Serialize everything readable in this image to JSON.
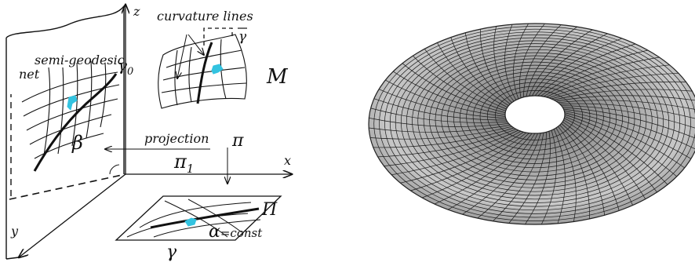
{
  "left_diagram": {
    "axis_labels": {
      "z": "z",
      "x": "x",
      "y": "y"
    },
    "labels": {
      "curvature_lines": "curvature lines",
      "gamma_bar": "γ",
      "semi_geodesic_line1": "semi-geodesic",
      "semi_geodesic_line2": "net",
      "gamma0_base": "γ",
      "gamma0_sub": "0",
      "surface_M": "M",
      "projection": "projection",
      "beta": "β",
      "pi1_base": "π",
      "pi1_sub": "1",
      "pi": "π",
      "plane_Pi": "Π",
      "alpha": "α",
      "alpha_eq": "=const",
      "gamma": "γ"
    },
    "colors": {
      "highlight": "#33c3e0",
      "ink": "#111111"
    }
  },
  "right_diagram": {
    "shape": "torus-like surface of revolution with curvature-line mesh",
    "colors": {
      "fill": "#a8a8a8",
      "mesh": "#1a1a1a",
      "hole": "#ffffff"
    }
  }
}
